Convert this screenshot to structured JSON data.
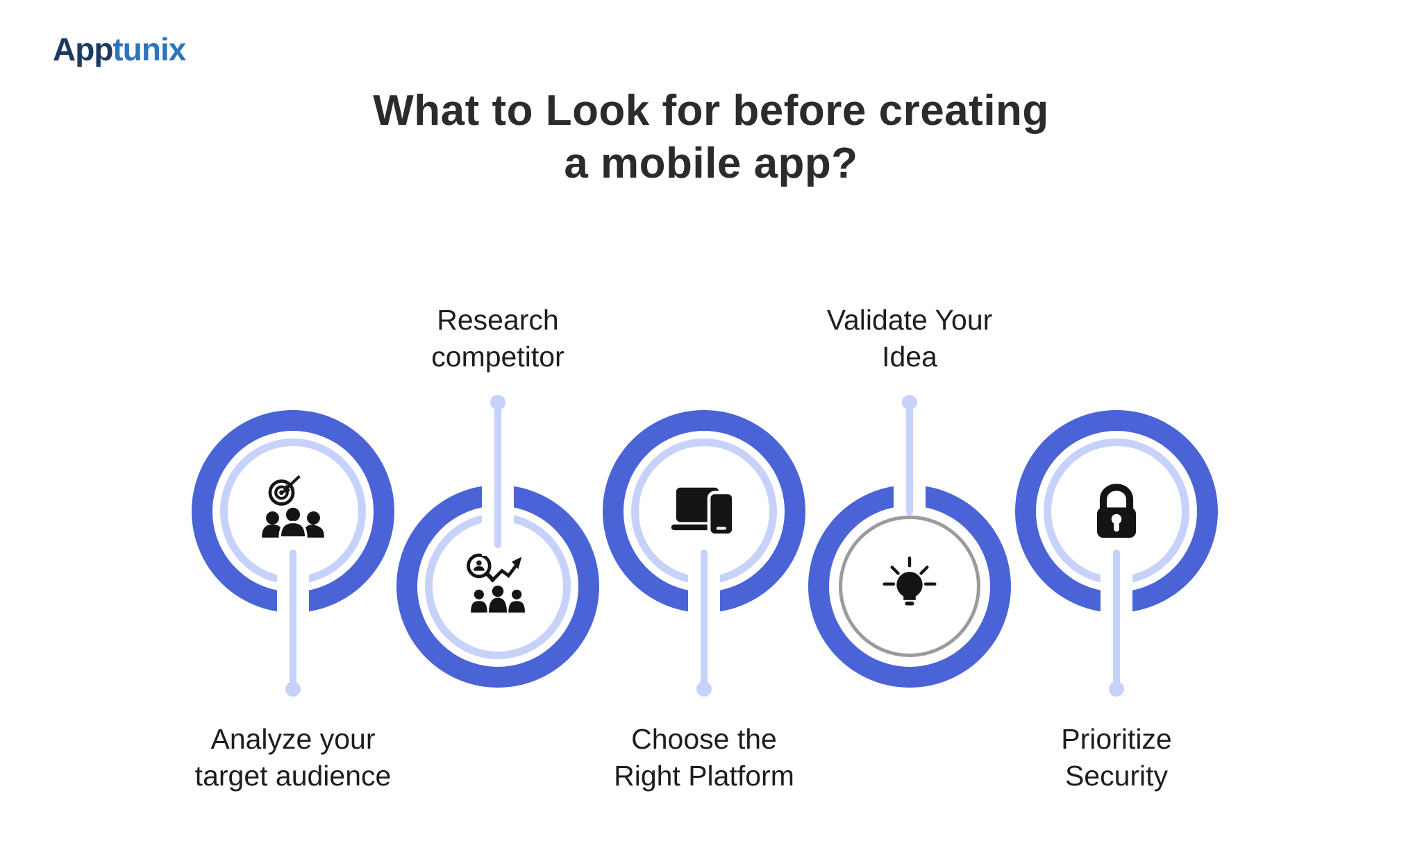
{
  "brand": {
    "name_dark": "App",
    "name_accent": "tunix"
  },
  "title": {
    "line1": "What to Look for before creating",
    "line2": "a mobile app?"
  },
  "steps": [
    {
      "id": "analyze-audience",
      "label_line1": "Analyze your",
      "label_line2": "target audience",
      "icon": "target-audience-icon",
      "label_position": "below"
    },
    {
      "id": "research-competitor",
      "label_line1": "Research",
      "label_line2": "competitor",
      "icon": "competitor-research-icon",
      "label_position": "above"
    },
    {
      "id": "choose-platform",
      "label_line1": "Choose the",
      "label_line2": "Right Platform",
      "icon": "devices-icon",
      "label_position": "below"
    },
    {
      "id": "validate-idea",
      "label_line1": "Validate Your",
      "label_line2": "Idea",
      "icon": "lightbulb-icon",
      "label_position": "above"
    },
    {
      "id": "prioritize-security",
      "label_line1": "Prioritize",
      "label_line2": "Security",
      "icon": "padlock-icon",
      "label_position": "below"
    }
  ],
  "colors": {
    "ring_blue": "#4a63d6",
    "ring_light": "#c7d2fa",
    "icon_black": "#141414",
    "title_text": "#2b2b2b",
    "label_text": "#1d1d1d",
    "logo_dark": "#1c3a5e",
    "logo_accent": "#2e74ba",
    "gray_ring": "#9b9b9b",
    "background": "#ffffff"
  }
}
